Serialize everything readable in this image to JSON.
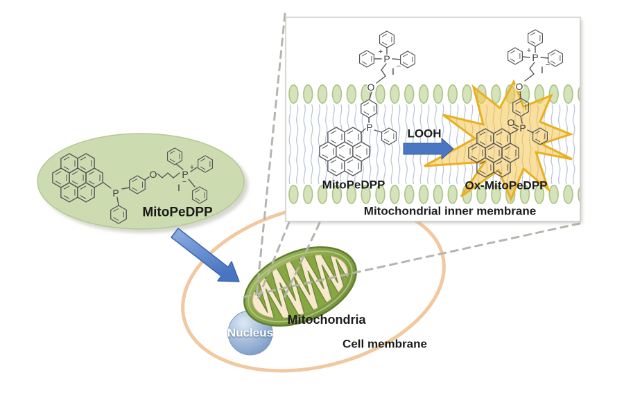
{
  "palette": {
    "probe_ellipse_green": "#cddcb0",
    "lipid_head_green": "#d5e3ba",
    "membrane_tail_blue": "#b9c6dd",
    "starburst_gold": "#f0b929",
    "arrow_blue": "#4a77c4",
    "cell_membrane_peach": "#f2c8a0",
    "mitochondria_green": "#8aa84a",
    "nucleus_blue": "#8aa8d0"
  },
  "probe": {
    "label": "MitoPeDPP"
  },
  "inset": {
    "left_molecule_label": "MitoPeDPP",
    "reaction_trigger": "LOOH",
    "right_molecule_label": "Ox-MitoPeDPP",
    "caption": "Mitochondrial inner membrane"
  },
  "cell": {
    "mitochondria_label": "Mitochondria",
    "nucleus_label": "Nucleus",
    "membrane_label": "Cell membrane"
  },
  "atoms": {
    "phosphorus": "P",
    "oxygen": "O",
    "iodine": "I",
    "plus": "+",
    "minus": "−"
  }
}
